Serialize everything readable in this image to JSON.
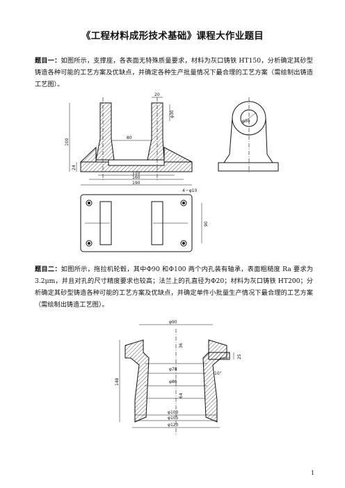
{
  "document": {
    "title": "《工程材料成形技术基础》课程大作业题目",
    "page_number": "1"
  },
  "question1": {
    "label": "题目一：",
    "text": "如图所示，支撑座，各表面无特殊质量要求，材料为灰口铸铁 HT150，分析确定其砂型铸造各种可能的工艺方案及优缺点，并确定各种生产批量情况下最合理的工艺方案（需绘制出铸造工艺图）。",
    "dims": {
      "d20": "20",
      "d_phi30": "φ30",
      "d80": "80",
      "d100": "100",
      "d24": "24",
      "d110": "110",
      "d160": "160",
      "d190": "190",
      "d_holes": "4－φ10",
      "d90": "90",
      "d_phi50": "φ50"
    }
  },
  "question2": {
    "label": "题目二：",
    "text": "如图所示，拖拉机轮毂，其中Φ90 和Φ100 两个内孔装有轴承，表面粗糙度 Ra 要求为 3.2μm，并且对孔的尺寸精度要求也较高；法兰上的孔直径为Φ20；材料为灰口铸铁 HT200；分析确定其砂型铸造各种可能的工艺方案及优缺点，并确定单件小批量生产情况下最合理的工艺方案（需绘制出铸造工艺图）。",
    "dims": {
      "d_phi90": "φ90",
      "d36": "36",
      "d_phi78": "φ78",
      "d_phi86": "φ86",
      "d64": "64",
      "d148": "148",
      "d_phi100": "φ100",
      "d_phi105": "φ105",
      "d_phi120": "φ120",
      "d25": "25",
      "d_angle": "10°"
    }
  }
}
